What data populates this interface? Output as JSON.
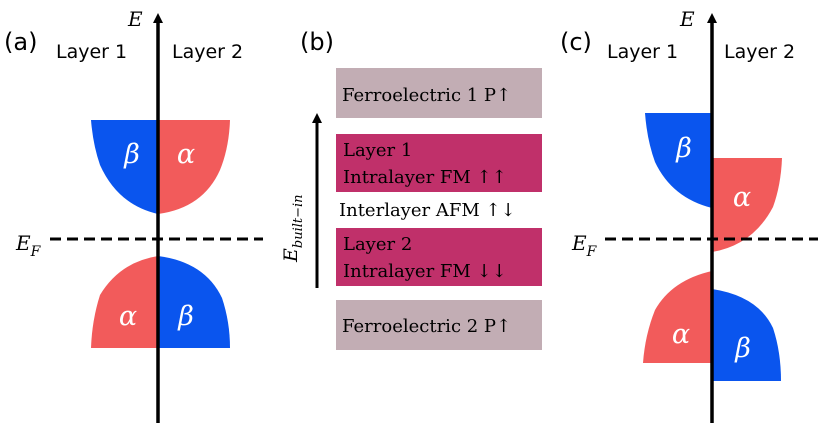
{
  "panel_a": {
    "panel_label": "(a)",
    "axis_label": "E",
    "left_label": "Layer 1",
    "right_label": "Layer 2",
    "fermi_label": "E",
    "fermi_sub": "F",
    "upper_left_symbol": "β",
    "upper_right_symbol": "α",
    "lower_left_symbol": "α",
    "lower_right_symbol": "β"
  },
  "panel_b": {
    "panel_label": "(b)",
    "field_label": "E",
    "field_sub": "built−in",
    "boxes": {
      "fe1": "Ferroelectric 1  P↑",
      "layer1_line1": "Layer 1",
      "layer1_line2": "Intralayer FM ↑↑",
      "interlayer": "Interlayer AFM ↑↓",
      "layer2_line1": "Layer 2",
      "layer2_line2": "Intralayer FM ↓↓",
      "fe2": "Ferroelectric 2  P↑"
    }
  },
  "panel_c": {
    "panel_label": "(c)",
    "axis_label": "E",
    "left_label": "Layer 1",
    "right_label": "Layer 2",
    "fermi_label": "E",
    "fermi_sub": "F",
    "upper_left_symbol": "β",
    "upper_right_symbol": "α",
    "lower_left_symbol": "α",
    "lower_right_symbol": "β"
  },
  "colors": {
    "blue": "#0a55ee",
    "red": "#f25b5b",
    "magenta": "#c0306a",
    "mauve": "#c2adb4",
    "black": "#000000"
  }
}
